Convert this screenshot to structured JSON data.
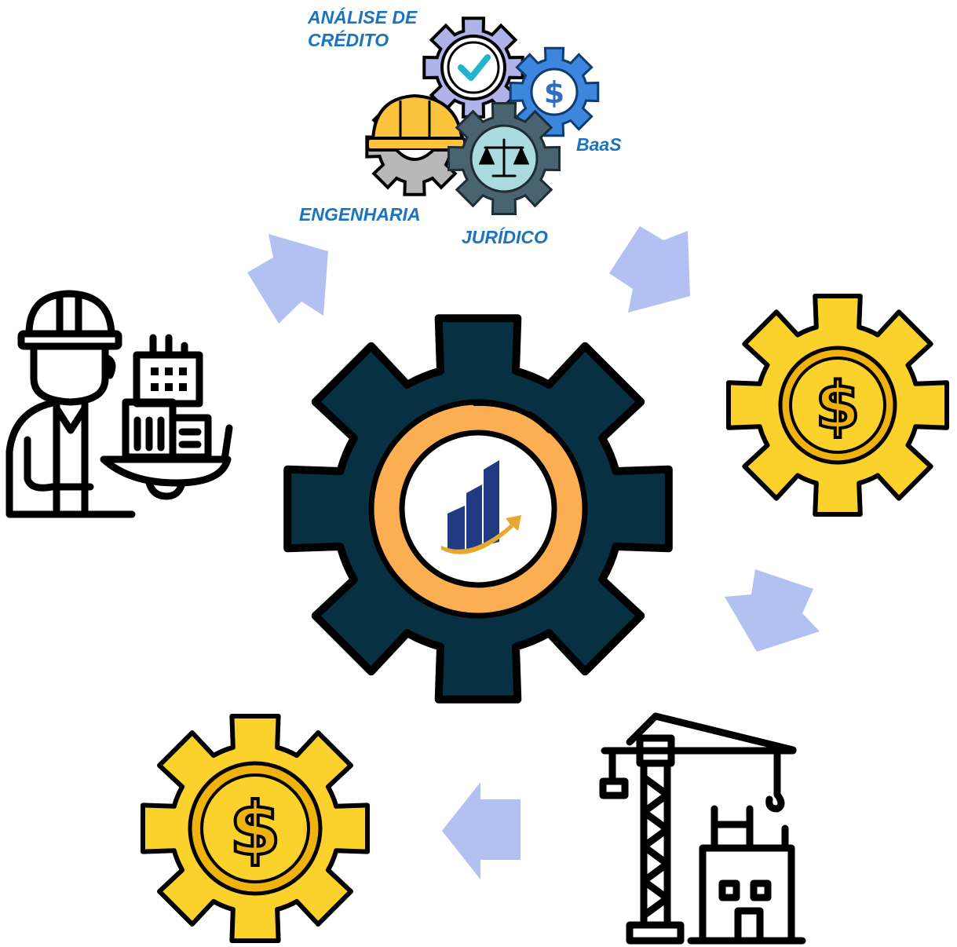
{
  "labels": {
    "credit_analysis": "ANÁLISE DE\nCRÉDITO",
    "baas": "BaaS",
    "engineering": "ENGENHARIA",
    "legal": "JURÍDICO"
  },
  "colors": {
    "label_text": "#1a74bf",
    "arrow": "#b3c0f2",
    "central_gear": "#073042",
    "central_ring": "#fbae52",
    "gold_gear": "#fbd12b",
    "gold_gear_shade": "#f0b20c",
    "outline": "#000000",
    "credit_gear": "#b0b3ea",
    "baas_gear": "#3d86de",
    "legal_gear": "#4a6370",
    "helmet": "#fcc43c",
    "logo_blue": "#203a84",
    "logo_gold": "#e6a82e"
  },
  "icons": {
    "center": "central-gear-with-growth-logo-icon",
    "right": "gold-dollar-gear-icon",
    "bottom_left": "gold-dollar-gear-icon",
    "left": "engineer-with-building-model-icon",
    "bottom_right": "construction-crane-building-icon",
    "top_cluster": [
      "credit-check-gear-icon",
      "dollar-gear-icon",
      "helmet-gear-icon",
      "scales-gear-icon"
    ]
  }
}
